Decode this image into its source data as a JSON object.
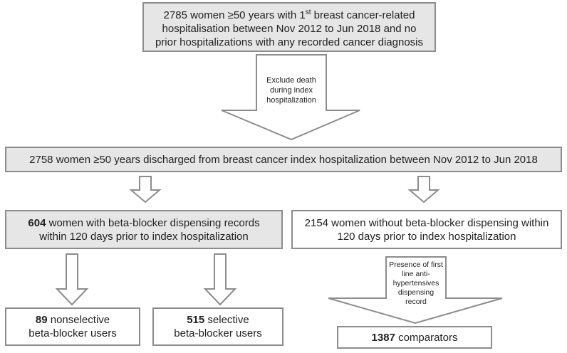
{
  "nodes": {
    "top": {
      "line1_pre": "2785 women ≥50 years with 1",
      "line1_sup": "st",
      "line1_post": " breast cancer-related",
      "line2": "hospitalisation between Nov 2012 to Jun 2018 and no",
      "line3": "prior hospitalizations with any recorded cancer diagnosis"
    },
    "discharged": {
      "text": "2758 women ≥50 years discharged from breast cancer index hospitalization between Nov 2012 to Jun 2018"
    },
    "bb_users": {
      "count": "604",
      "line1": " women with beta-blocker dispensing records",
      "line2": "within 120 days prior to index hospitalization"
    },
    "no_bb": {
      "line1": "2154 women without beta-blocker dispensing within",
      "line2": "120 days prior to index hospitalization"
    },
    "nonselective": {
      "count": "89",
      "line1": " nonselective",
      "line2": "beta-blocker users"
    },
    "selective": {
      "count": "515",
      "line1": " selective",
      "line2": "beta-blocker users"
    },
    "comparators": {
      "count": "1387",
      "label": " comparators"
    }
  },
  "arrows": {
    "exclude": {
      "line1": "Exclude death",
      "line2": "during index",
      "line3": "hospitalization"
    },
    "first_line": {
      "line1": "Presence of first",
      "line2": "line anti-",
      "line3": "hypertensives",
      "line4": "dispensing",
      "line5": "record"
    }
  },
  "colors": {
    "box_fill_grey": "#e6e6e6",
    "border": "#8c8c8c",
    "text": "#222222"
  }
}
